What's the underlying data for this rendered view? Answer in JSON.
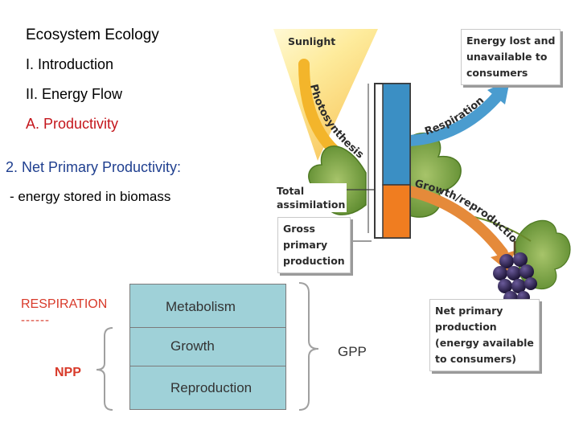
{
  "slide": {
    "title": "Ecosystem Ecology",
    "outline": [
      "I. Introduction",
      "II. Energy Flow"
    ],
    "section": "A. Productivity",
    "heading": "2. Net Primary Productivity:",
    "definition": "- energy stored in biomass"
  },
  "figure": {
    "sunlight": "Sunlight",
    "photosynthesis": "Photosynthesis",
    "respiration": "Respiration",
    "growth_reproduction": "Growth/reproduction",
    "energy_lost": [
      "Energy lost and",
      "unavailable to",
      "consumers"
    ],
    "total_assimilation": [
      "Total",
      "assimilation"
    ],
    "gross_primary_production": [
      "Gross",
      "primary",
      "production"
    ],
    "net_primary_production": [
      "Net primary",
      "production",
      "(energy available",
      "to consumers)"
    ],
    "colors": {
      "respiration_bar": "#3b8fc4",
      "growth_bar": "#f07d20",
      "leaf": "#6e9a3c",
      "grapes": "#2a1f4a"
    }
  },
  "table": {
    "respiration_label": "RESPIRATION",
    "dashes": "------",
    "npp_label": "NPP",
    "rows": [
      "Metabolism",
      "Growth",
      "Reproduction"
    ],
    "gpp_label": "GPP"
  }
}
